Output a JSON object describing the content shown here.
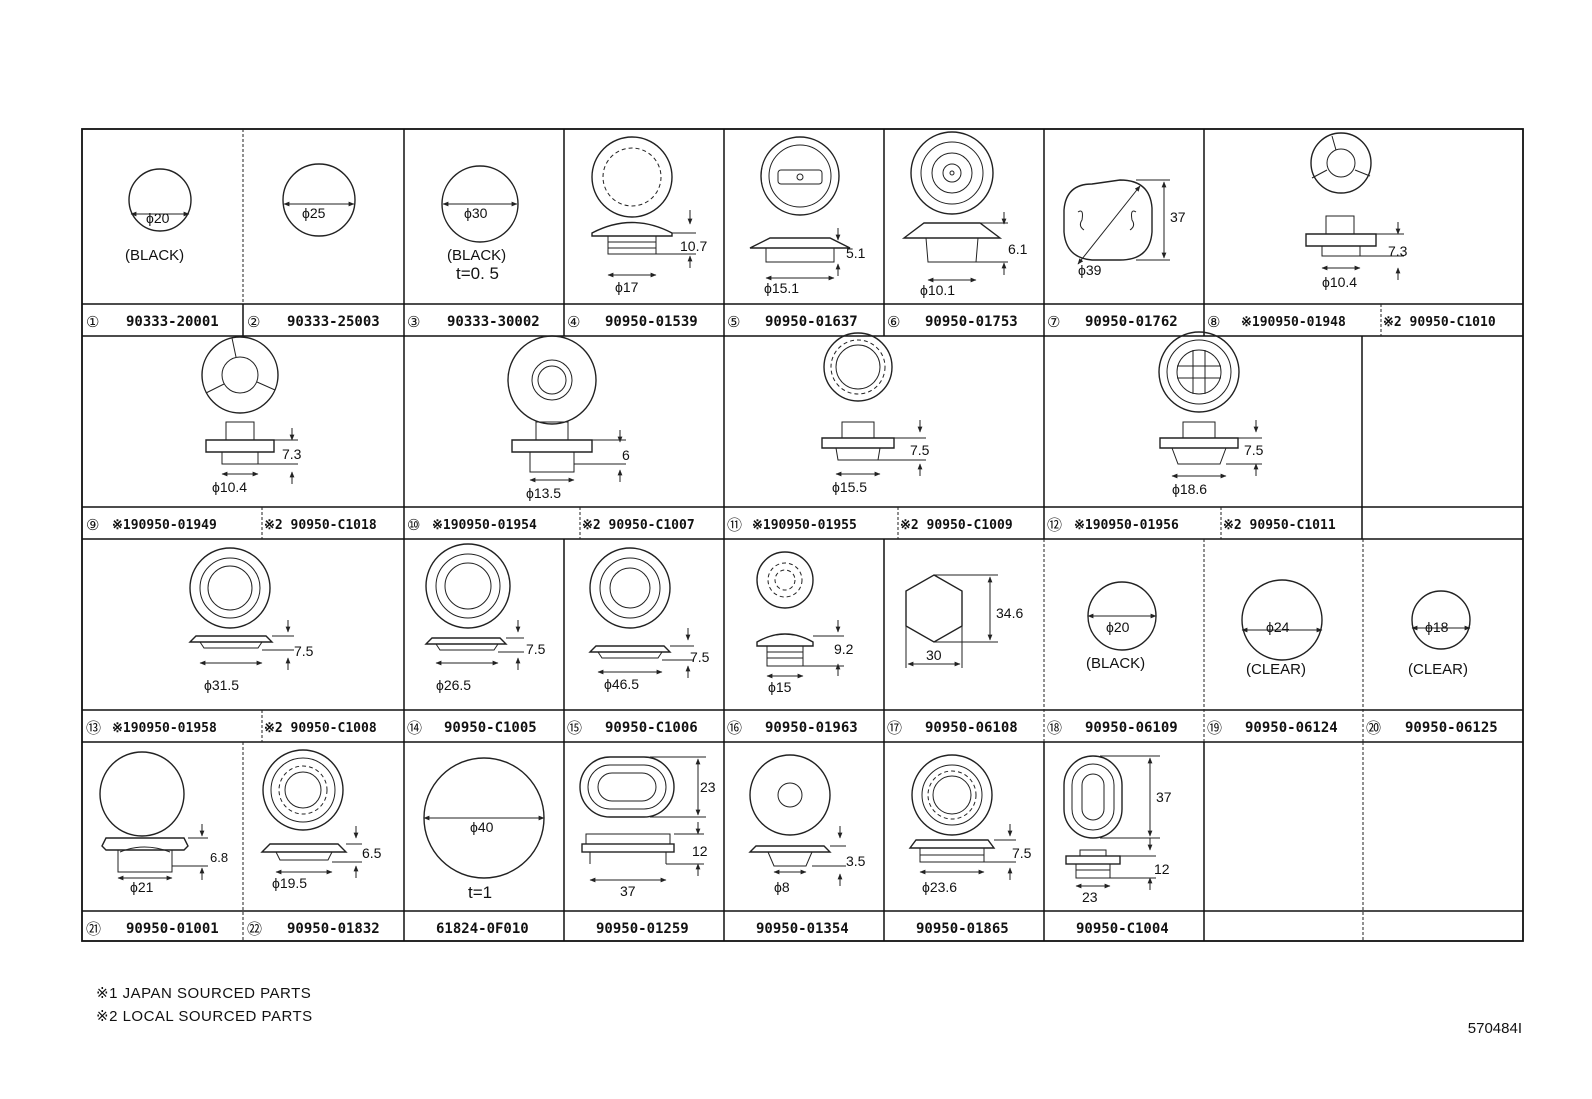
{
  "row1": {
    "parts": [
      {
        "num": "①",
        "pn": "90333-20001",
        "dims": [
          "ϕ20"
        ],
        "note": "(BLACK)"
      },
      {
        "num": "②",
        "pn": "90333-25003",
        "dims": [
          "ϕ25"
        ]
      },
      {
        "num": "③",
        "pn": "90333-30002",
        "dims": [
          "ϕ30"
        ],
        "note": "(BLACK)",
        "note2": "t=0. 5"
      },
      {
        "num": "④",
        "pn": "90950-01539",
        "dims": [
          "10.7",
          "ϕ17"
        ]
      },
      {
        "num": "⑤",
        "pn": "90950-01637",
        "dims": [
          "5.1",
          "ϕ15.1"
        ]
      },
      {
        "num": "⑥",
        "pn": "90950-01753",
        "dims": [
          "6.1",
          "ϕ10.1"
        ]
      },
      {
        "num": "⑦",
        "pn": "90950-01762",
        "dims": [
          "37",
          "ϕ39"
        ]
      },
      {
        "num": "⑧",
        "pn": "※190950-01948",
        "pn2": "※2 90950-C1010",
        "dims": [
          "7.3",
          "ϕ10.4"
        ]
      }
    ]
  },
  "row2": {
    "parts": [
      {
        "num": "⑨",
        "pn": "※190950-01949",
        "pn2": "※2 90950-C1018",
        "dims": [
          "7.3",
          "ϕ10.4"
        ]
      },
      {
        "num": "⑩",
        "pn": "※190950-01954",
        "pn2": "※2 90950-C1007",
        "dims": [
          "6",
          "ϕ13.5"
        ]
      },
      {
        "num": "⑪",
        "pn": "※190950-01955",
        "pn2": "※2 90950-C1009",
        "dims": [
          "7.5",
          "ϕ15.5"
        ]
      },
      {
        "num": "⑫",
        "pn": "※190950-01956",
        "pn2": "※2 90950-C1011",
        "dims": [
          "7.5",
          "ϕ18.6"
        ]
      }
    ]
  },
  "row3": {
    "parts": [
      {
        "num": "⑬",
        "pn": "※190950-01958",
        "pn2": "※2 90950-C1008",
        "dims": [
          "7.5",
          "ϕ31.5"
        ]
      },
      {
        "num": "⑭",
        "pn": "90950-C1005",
        "dims": [
          "7.5",
          "ϕ26.5"
        ]
      },
      {
        "num": "⑮",
        "pn": "90950-C1006",
        "dims": [
          "7.5",
          "ϕ46.5"
        ]
      },
      {
        "num": "⑯",
        "pn": "90950-01963",
        "dims": [
          "9.2",
          "ϕ15"
        ]
      },
      {
        "num": "⑰",
        "pn": "90950-06108",
        "dims": [
          "34.6",
          "30"
        ]
      },
      {
        "num": "⑱",
        "pn": "90950-06109",
        "dims": [
          "ϕ20"
        ],
        "note": "(BLACK)"
      },
      {
        "num": "⑲",
        "pn": "90950-06124",
        "dims": [
          "ϕ24"
        ],
        "note": "(CLEAR)"
      },
      {
        "num": "⑳",
        "pn": "90950-06125",
        "dims": [
          "ϕ18"
        ],
        "note": "(CLEAR)"
      }
    ]
  },
  "row4": {
    "parts": [
      {
        "num": "㉑",
        "pn": "90950-01001",
        "dims": [
          "6.8",
          "ϕ21"
        ]
      },
      {
        "num": "㉒",
        "pn": "90950-01832",
        "dims": [
          "6.5",
          "ϕ19.5"
        ]
      },
      {
        "num": "",
        "pn": "61824-0F010",
        "dims": [
          "ϕ40"
        ],
        "note": "t=1"
      },
      {
        "num": "",
        "pn": "90950-01259",
        "dims": [
          "23",
          "12",
          "37"
        ]
      },
      {
        "num": "",
        "pn": "90950-01354",
        "dims": [
          "3.5",
          "ϕ8"
        ]
      },
      {
        "num": "",
        "pn": "90950-01865",
        "dims": [
          "7.5",
          "ϕ23.6"
        ]
      },
      {
        "num": "",
        "pn": "90950-C1004",
        "dims": [
          "37",
          "12",
          "23"
        ]
      }
    ]
  },
  "footnotes": [
    "※1   JAPAN SOURCED PARTS",
    "※2   LOCAL SOURCED PARTS"
  ],
  "code": "570484I"
}
